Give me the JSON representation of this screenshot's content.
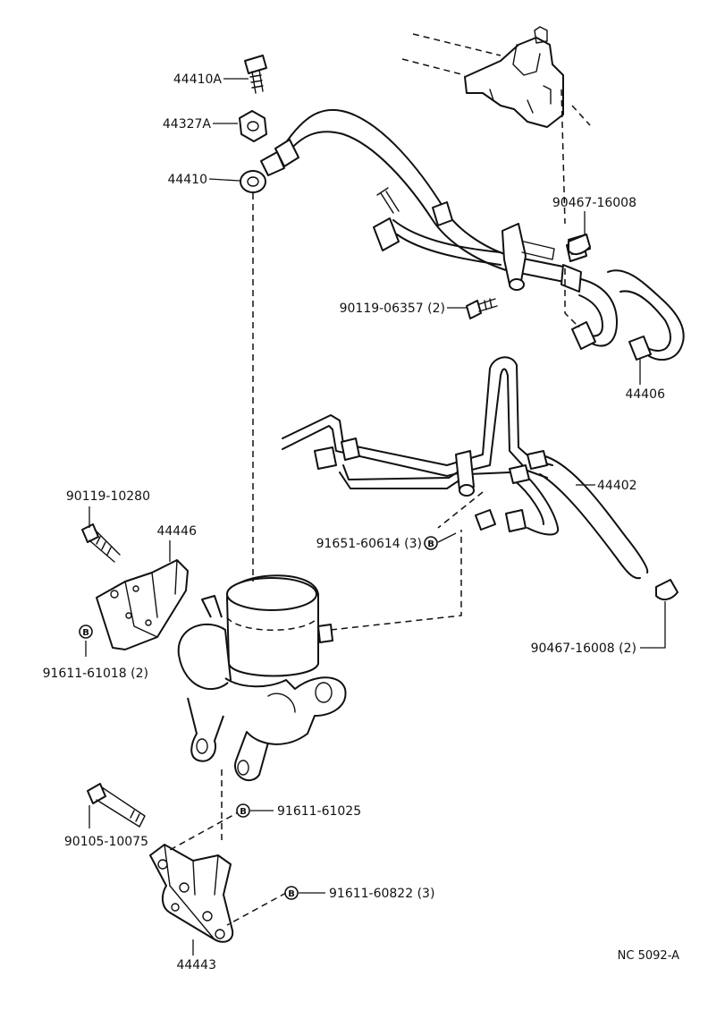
{
  "labels": {
    "bolt_a": "44410A",
    "gasket_a": "44327A",
    "union_bolt": "44410",
    "clamp_top": "90467-16008",
    "bolt_small": "90119-06357 (2)",
    "hose_return": "44406",
    "pressure_hose": "44402",
    "bolt_bracket": "90119-10280",
    "bracket_upper": "44446",
    "bolt_b1": "91651-60614 (3)",
    "clamp_bottom": "90467-16008 (2)",
    "nut_upper": "91611-61018 (2)",
    "bolt_lower": "91611-61025",
    "bolt_long": "90105-10075",
    "bolt_lower_3": "91611-60822 (3)",
    "bracket_lower": "44443",
    "drawing_code": "NC  5092-A"
  },
  "marker_letter": "B"
}
